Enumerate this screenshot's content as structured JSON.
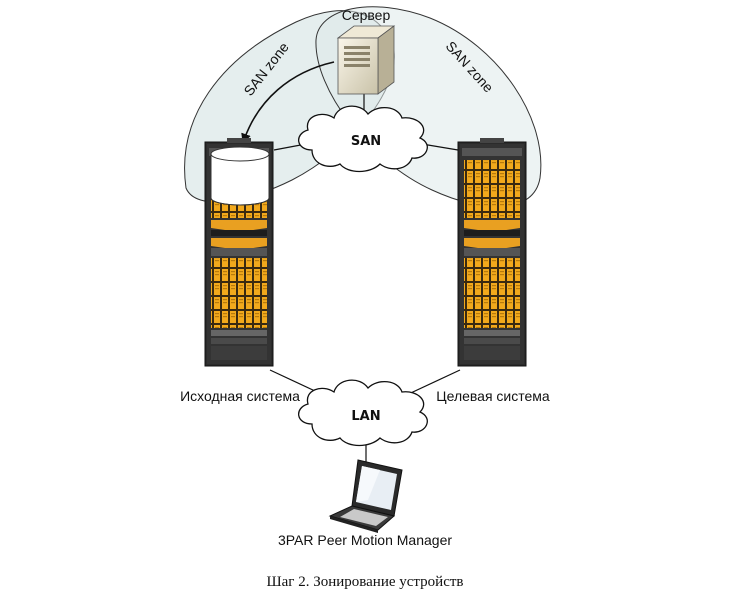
{
  "diagram": {
    "server_label": "Сервер",
    "san_cloud_label": "SAN",
    "lan_cloud_label": "LAN",
    "zone_left_label": "SAN zone",
    "zone_right_label": "SAN zone",
    "source_system_label": "Исходная система",
    "target_system_label": "Целевая система",
    "manager_label": "3PAR Peer Motion Manager"
  },
  "caption": "Шаг 2. Зонирование устройств",
  "colors": {
    "zone_fill": "#dfeaea",
    "rack_body": "#2b2b2b",
    "drive_orange": "#f2a91c",
    "cloud_fill": "#ffffff"
  },
  "icons": [
    "server-icon",
    "cloud-icon",
    "storage-rack-icon",
    "disk-cylinder-icon",
    "laptop-icon"
  ]
}
